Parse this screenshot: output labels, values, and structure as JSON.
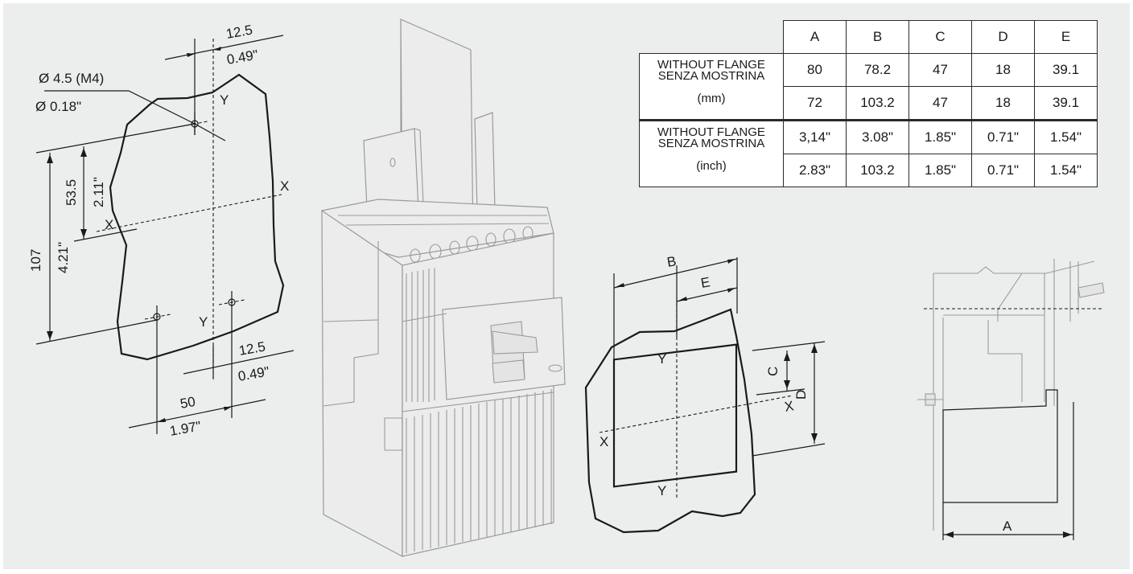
{
  "drilling": {
    "hole_mm": "Ø 4.5 (M4)",
    "hole_inch": "Ø 0.18\"",
    "top_offset_mm": "12.5",
    "top_offset_inch": "0.49\"",
    "bottom_offset_mm": "12.5",
    "bottom_offset_inch": "0.49\"",
    "half_height_mm": "53.5",
    "half_height_inch": "2.11\"",
    "height_mm": "107",
    "height_inch": "4.21\"",
    "width_mm": "50",
    "width_inch": "1.97\"",
    "axis_x": "X",
    "axis_y": "Y"
  },
  "cutout": {
    "label_b": "B",
    "label_e": "E",
    "label_c": "C",
    "label_d": "D",
    "axis_x": "X",
    "axis_y": "Y"
  },
  "side_view": {
    "label_a": "A"
  },
  "table": {
    "columns": [
      "A",
      "B",
      "C",
      "D",
      "E"
    ],
    "groups": [
      {
        "label_line1": "WITHOUT FLANGE",
        "label_line2": "SENZA MOSTRINA",
        "unit": "(mm)",
        "rows": [
          [
            "80",
            "78.2",
            "47",
            "18",
            "39.1"
          ],
          [
            "72",
            "103.2",
            "47",
            "18",
            "39.1"
          ]
        ]
      },
      {
        "label_line1": "WITHOUT FLANGE",
        "label_line2": "SENZA MOSTRINA",
        "unit": "(inch)",
        "rows": [
          [
            "3,14\"",
            "3.08\"",
            "1.85\"",
            "0.71\"",
            "1.54\""
          ],
          [
            "2.83\"",
            "103.2",
            "1.85\"",
            "0.71\"",
            "1.54\""
          ]
        ]
      }
    ]
  }
}
